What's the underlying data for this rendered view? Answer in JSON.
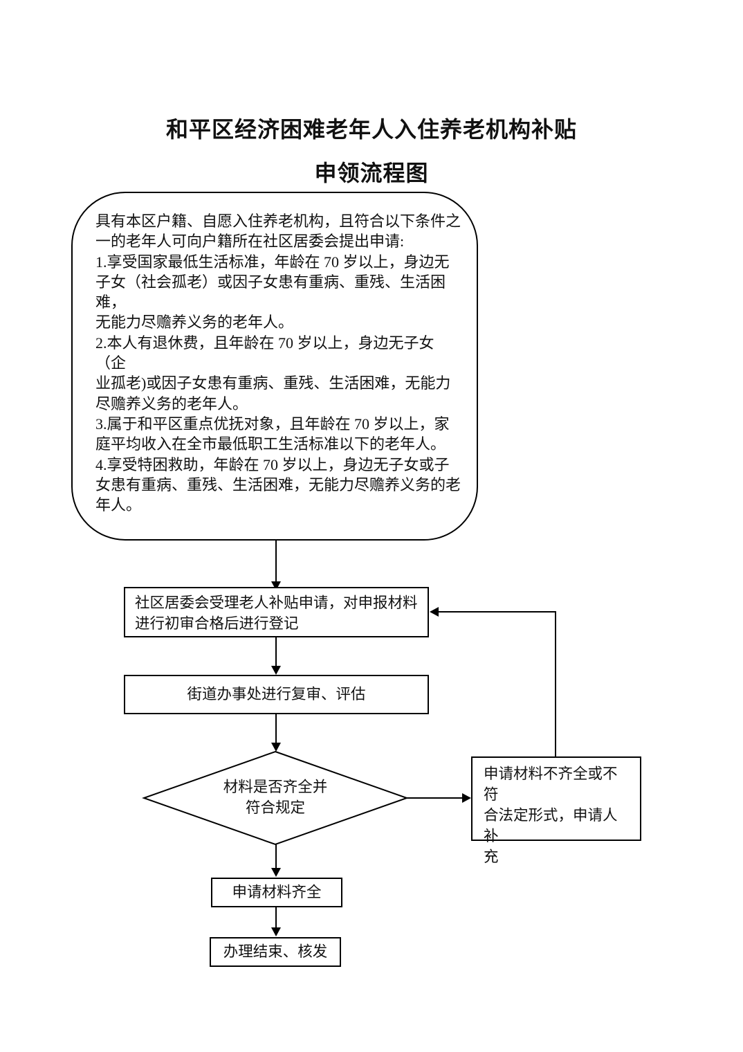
{
  "header": {
    "title_line1": "和平区经济困难老年人入住养老机构补贴",
    "title_line2": "申领流程图"
  },
  "flowchart": {
    "eligibility_text": "具有本区户籍、自愿入住养老机构，且符合以下条件之\n一的老年人可向户籍所在社区居委会提出申请:\n1.享受国家最低生活标准，年龄在 70 岁以上，身边无\n子女（社会孤老）或因子女患有重病、重残、生活困难，\n无能力尽赡养义务的老年人。\n2.本人有退休费，且年龄在 70 岁以上，身边无子女（企\n业孤老)或因子女患有重病、重残、生活困难，无能力\n尽赡养义务的老年人。\n3.属于和平区重点优抚对象，且年龄在 70 岁以上，家\n庭平均收入在全市最低职工生活标准以下的老年人。\n4.享受特困救助，年龄在 70 岁以上，身边无子女或子\n女患有重病、重残、生活困难，无能力尽赡养义务的老\n年人。",
    "community_accept": "社区居委会受理老人补贴申请，对申报材料\n进行初审合格后进行登记",
    "street_review": "街道办事处进行复审、评估",
    "decision": "材料是否齐全并\n符合规定",
    "supplement": "申请材料不齐全或不符\n合法定形式，申请人补\n充",
    "materials_complete": "申请材料齐全",
    "finish": "办理结束、核发"
  },
  "colors": {
    "stroke": "#000000",
    "text": "#111111",
    "background": "#ffffff"
  }
}
